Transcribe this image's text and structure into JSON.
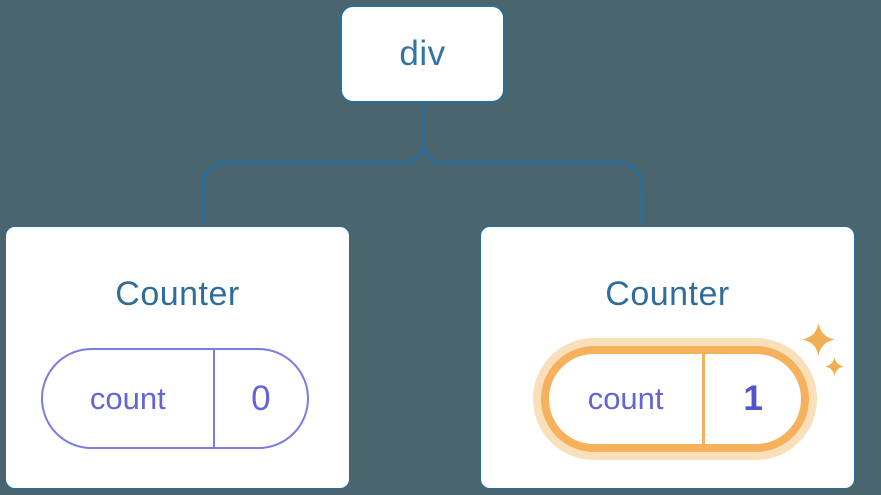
{
  "diagram": {
    "description": "React component tree with state",
    "root_node": {
      "label": "div"
    },
    "children": [
      {
        "title": "Counter",
        "state": {
          "key": "count",
          "value": "0",
          "highlighted": false
        }
      },
      {
        "title": "Counter",
        "state": {
          "key": "count",
          "value": "1",
          "highlighted": true
        }
      }
    ],
    "colors": {
      "background": "#4B656F",
      "node_fill": "#ffffff",
      "node_border_blue": "#2A6E9C",
      "root_label_blue": "#3174A6",
      "title_blue": "#306E99",
      "state_border_purple": "#7C7CE4",
      "state_text_purple": "#6464D8",
      "state_value_bold_purple": "#5353CE",
      "highlight_ring_orange": "#F5B15C",
      "highlight_glow_orange": "#FAE0BA",
      "sparkle_orange": "#F2AE52"
    }
  }
}
